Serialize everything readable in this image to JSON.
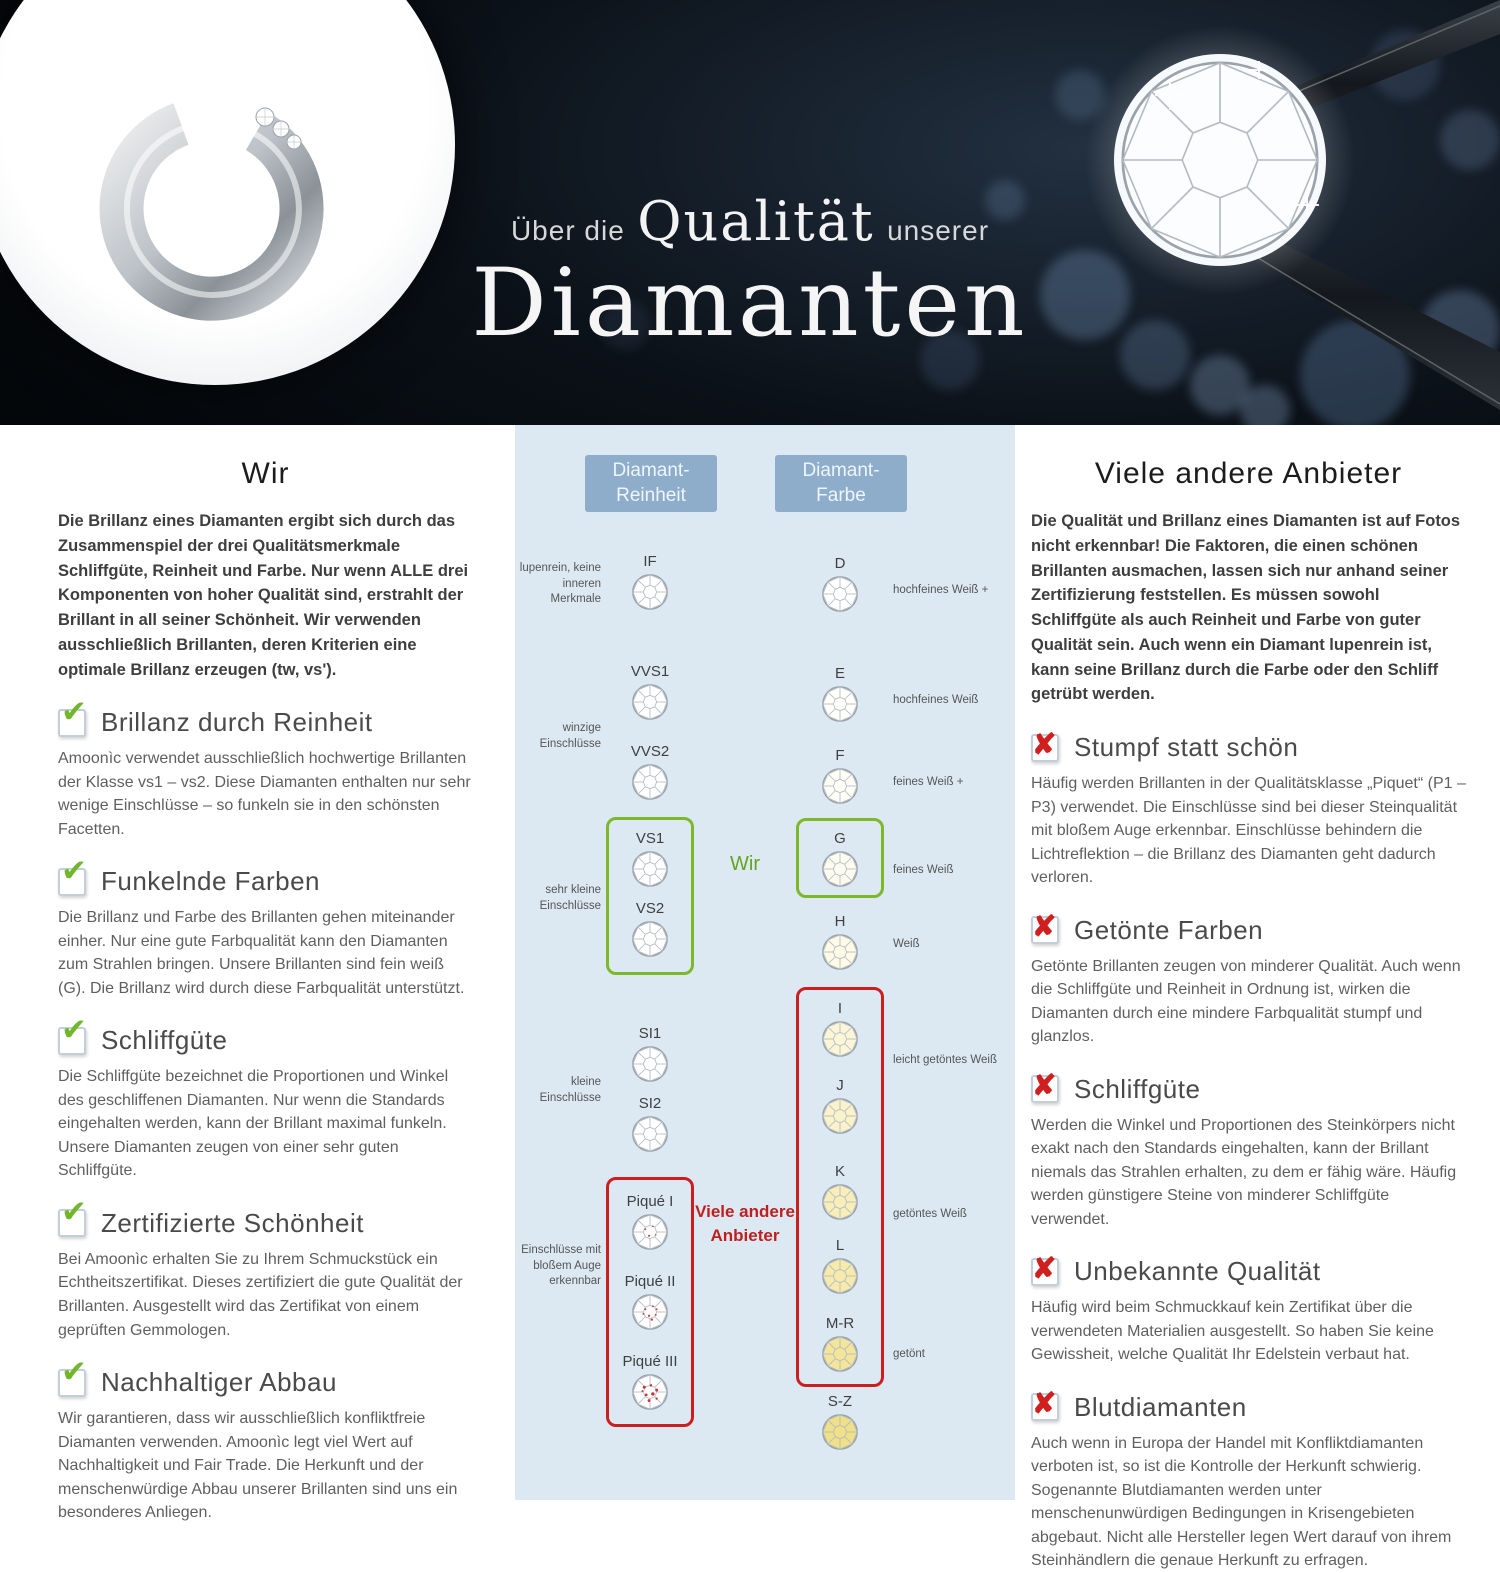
{
  "colors": {
    "green": "#7cb829",
    "red": "#cb1f1f",
    "panel_blue": "#dde9f2",
    "chip_blue": "#8dadca"
  },
  "icons": {
    "check": "✔",
    "cross": "✘"
  },
  "banner": {
    "title_pre": "Über die",
    "title_mid": "Qualität",
    "title_post": "unserer",
    "title_main": "Diamanten"
  },
  "left": {
    "heading": "Wir",
    "intro": "Die Brillanz eines Diamanten ergibt sich durch das Zusammenspiel der drei Qualitätsmerkmale Schliffgüte, Reinheit und Farbe. Nur wenn ALLE drei Komponenten von hoher Qualität sind, erstrahlt der Brillant in all seiner Schönheit. Wir verwenden ausschließlich Brillanten, deren Kriterien eine optimale Brillanz erzeugen (tw, vs').",
    "sections": [
      {
        "title": "Brillanz durch Reinheit",
        "body": "Amoonìc verwendet ausschließlich hochwertige Brillanten der Klasse vs1 – vs2. Diese Diamanten enthalten nur sehr wenige Einschlüsse – so funkeln sie in den schönsten Facetten."
      },
      {
        "title": "Funkelnde Farben",
        "body": "Die Brillanz und Farbe des Brillanten gehen miteinander einher. Nur eine gute Farbqualität kann den Diamanten zum Strahlen bringen. Unsere Brillanten sind fein weiß (G). Die Brillanz wird durch diese Farbqualität unterstützt."
      },
      {
        "title": "Schliffgüte",
        "body": "Die Schliffgüte bezeichnet die Proportionen und Winkel des geschliffenen Diamanten. Nur wenn die Standards eingehalten werden, kann der Brillant maximal funkeln. Unsere Diamanten zeugen von einer sehr guten Schliffgüte."
      },
      {
        "title": "Zertifizierte Schönheit",
        "body": "Bei Amoonìc erhalten Sie zu Ihrem Schmuckstück ein Echtheitszertifikat. Dieses zertifiziert die gute Qualität der Brillanten. Ausgestellt wird das Zertifikat von einem geprüften Gemmologen."
      },
      {
        "title": "Nachhaltiger Abbau",
        "body": "Wir garantieren, dass wir ausschließlich konfliktfreie Diamanten verwenden. Amoonìc legt viel Wert auf Nachhaltigkeit und Fair Trade. Die Herkunft und der menschenwürdige Abbau unserer Brillanten sind uns ein besonderes Anliegen."
      }
    ]
  },
  "middle": {
    "reinheit_header": "Diamant-Reinheit",
    "farbe_header": "Diamant-Farbe",
    "wir_label": "Wir",
    "anbieter_label": "Viele andere Anbieter",
    "reinheit": [
      {
        "grade": "IF"
      },
      {
        "grade": "VVS1"
      },
      {
        "grade": "VVS2"
      },
      {
        "grade": "VS1"
      },
      {
        "grade": "VS2"
      },
      {
        "grade": "SI1"
      },
      {
        "grade": "SI2"
      },
      {
        "grade": "Piqué I"
      },
      {
        "grade": "Piqué II"
      },
      {
        "grade": "Piqué III"
      }
    ],
    "reinheit_notes": [
      "lupenrein, keine inneren Merkmale",
      "winzige Einschlüsse",
      "sehr kleine Einschlüsse",
      "kleine Einschlüsse",
      "Einschlüsse mit bloßem Auge erkennbar"
    ],
    "farbe": [
      {
        "grade": "D",
        "tint": "#ffffff"
      },
      {
        "grade": "E",
        "tint": "#fffffb"
      },
      {
        "grade": "F",
        "tint": "#fffef6"
      },
      {
        "grade": "G",
        "tint": "#fefcf0"
      },
      {
        "grade": "H",
        "tint": "#fdfae6"
      },
      {
        "grade": "I",
        "tint": "#fcf6d8"
      },
      {
        "grade": "J",
        "tint": "#faf2ca"
      },
      {
        "grade": "K",
        "tint": "#f8eeba"
      },
      {
        "grade": "L",
        "tint": "#f6eaac"
      },
      {
        "grade": "M-R",
        "tint": "#f3e59a"
      },
      {
        "grade": "S-Z",
        "tint": "#f0e088"
      }
    ],
    "farbe_notes": [
      "hochfeines Weiß +",
      "hochfeines Weiß",
      "feines Weiß +",
      "feines Weiß",
      "Weiß",
      "leicht getöntes Weiß",
      "getöntes Weiß",
      "getönt"
    ]
  },
  "right": {
    "heading": "Viele andere Anbieter",
    "intro": "Die Qualität und Brillanz eines Diamanten ist auf Fotos nicht erkennbar! Die Faktoren, die einen schönen Brillanten ausmachen, lassen sich nur anhand seiner Zertifizierung feststellen. Es müssen sowohl Schliffgüte als auch Reinheit und Farbe von guter Qualität sein. Auch wenn ein Diamant lupenrein ist, kann seine Brillanz durch die Farbe oder den Schliff getrübt werden.",
    "sections": [
      {
        "title": "Stumpf statt schön",
        "body": "Häufig werden Brillanten in der Qualitätsklasse „Piquet“ (P1 – P3) verwendet. Die Einschlüsse sind bei dieser Steinqualität mit bloßem Auge erkennbar. Einschlüsse behindern die Lichtreflektion – die Brillanz des Diamanten geht dadurch verloren."
      },
      {
        "title": "Getönte Farben",
        "body": "Getönte Brillanten zeugen von minderer Qualität. Auch wenn die Schliffgüte und Reinheit in Ordnung ist, wirken die Diamanten durch eine mindere Farbqualität stumpf und glanzlos."
      },
      {
        "title": "Schliffgüte",
        "body": "Werden die Winkel und Proportionen des Steinkörpers nicht exakt nach den Standards eingehalten, kann der Brillant niemals das Strahlen erhalten, zu dem er fähig wäre. Häufig werden günstigere Steine von minderer Schliffgüte verwendet."
      },
      {
        "title": "Unbekannte Qualität",
        "body": "Häufig wird beim Schmuckkauf kein Zertifikat über die verwendeten Materialien ausgestellt. So haben Sie keine Gewissheit, welche Qualität Ihr Edelstein verbaut hat."
      },
      {
        "title": "Blutdiamanten",
        "body": "Auch wenn in Europa der Handel mit Konfliktdiamanten verboten ist, so ist die Kontrolle der Herkunft schwierig. Sogenannte Blutdiamanten werden unter menschenunwürdigen Bedingungen in Krisengebieten abgebaut. Nicht alle Hersteller legen Wert darauf von ihrem Steinhändlern die genaue Herkunft zu erfragen."
      }
    ]
  }
}
